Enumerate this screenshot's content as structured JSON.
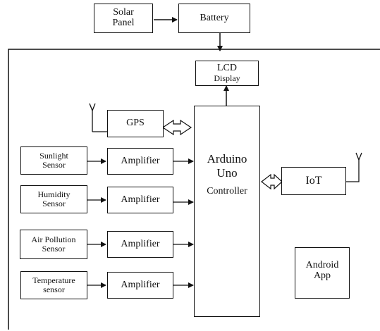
{
  "power": {
    "solar_line1": "Solar",
    "solar_line2": "Panel",
    "battery": "Battery"
  },
  "lcd": {
    "line1": "LCD",
    "line2": "Display"
  },
  "gps": "GPS",
  "sensors": [
    {
      "line1": "Sunlight",
      "line2": "Sensor"
    },
    {
      "line1": "Humidity",
      "line2": "Sensor"
    },
    {
      "line1": "Air Pollution",
      "line2": "Sensor"
    },
    {
      "line1": "Temperature",
      "line2": "sensor"
    }
  ],
  "amplifier_label": "Amplifier",
  "controller": {
    "line1": "Arduino",
    "line2": "Uno",
    "line3": "Controller"
  },
  "iot": "IoT",
  "android": {
    "line1": "Android",
    "line2": "App"
  }
}
